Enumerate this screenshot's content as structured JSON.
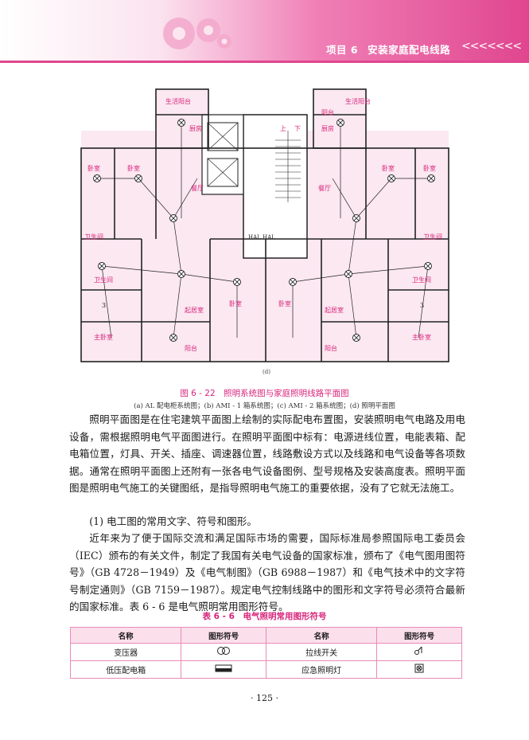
{
  "header": {
    "project": "项目 6",
    "title": "安装家庭配电线路",
    "chevrons": "<<<<<<<"
  },
  "plan": {
    "rooms_left": [
      "生活阳台",
      "厨房",
      "卧室",
      "卧室",
      "餐厅",
      "卫生间",
      "卫生间",
      "主卧室",
      "起居室",
      "阳台",
      "卧室"
    ],
    "rooms_right": [
      "生活阳台",
      "厨房",
      "阳台",
      "卧室",
      "卧室",
      "餐厅",
      "卫生间",
      "卫生间",
      "主卧室",
      "起居室",
      "阳台",
      "卧室"
    ],
    "stair_labels": [
      "上",
      "下"
    ],
    "hall_label": "HAL HAL",
    "label_d": "(d)",
    "num_3": "3"
  },
  "figure": {
    "title": "图 6 - 22　照明系统图与家庭照明线路平面图",
    "subtitle": "(a) AL 配电柜系统图；(b) AMI - 1 箱系统图；(c) AMI - 2 箱系统图；(d) 照明平面图"
  },
  "body": {
    "p1": "照明平面图是在住宅建筑平面图上绘制的实际配电布置图，安装照明电气电路及用电设备，需根据照明电气平面图进行。在照明平面图中标有：电源进线位置，电能表箱、配电箱位置，灯具、开关、插座、调速器位置，线路敷设方式以及线路和电气设备等各项数据。通常在照明平面图上还附有一张各电气设备图例、型号规格及安装高度表。照明平面图是照明电气施工的关键图纸，是指导照明电气施工的重要依据，没有了它就无法施工。",
    "p2": "(1) 电工图的常用文字、符号和图形。",
    "p3": "近年来为了便于国际交流和满足国际市场的需要，国际标准局参照国际电工委员会（IEC）颁布的有关文件，制定了我国有关电气设备的国家标准，颁布了《电气图用图符号》（GB 4728－1949）及《电气制图》（GB 6988－1987）和《电气技术中的文字符号制定通则》（GB 7159－1987）。规定电气控制线路中的图形和文字符号必须符合最新的国家标准。表 6 - 6 是电气照明常用图形符号。"
  },
  "table": {
    "title": "表 6 - 6　电气照明常用图形符号",
    "headers": [
      "名称",
      "图形符号",
      "名称",
      "图形符号"
    ],
    "rows": [
      {
        "name1": "变压器",
        "icon1": "transformer-symbol",
        "name2": "拉线开关",
        "icon2": "pull-switch-symbol"
      },
      {
        "name1": "低压配电箱",
        "icon1": "low-voltage-distribution-box-symbol",
        "name2": "应急照明灯",
        "icon2": "emergency-light-symbol"
      }
    ]
  },
  "page": {
    "number": "· 125 ·"
  },
  "colors": {
    "accent": "#d8257c",
    "banner": "#e0468f",
    "table_border": "#e88ab8",
    "header_fill": "#fbe0ec",
    "plan_room": "#f9dcea"
  }
}
